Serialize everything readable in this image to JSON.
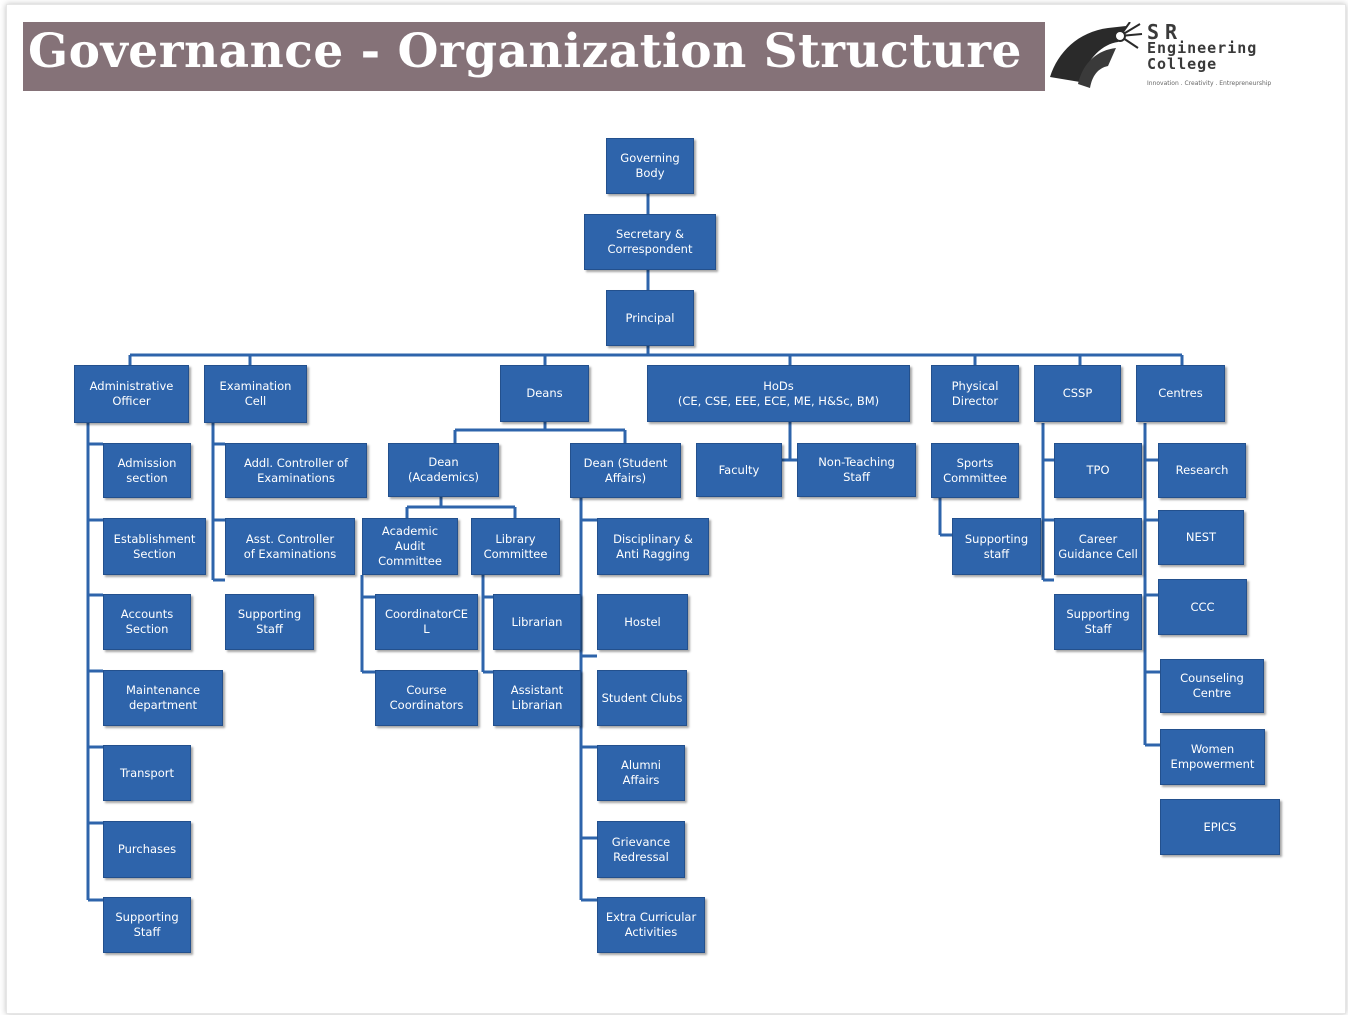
{
  "title": "Governance - Organization Structure",
  "logo": {
    "line1": "SR",
    "line2": "Engineering",
    "line3": "College",
    "tagline": "Innovation . Creativity . Entrepreneurship"
  },
  "colors": {
    "banner": "#857278",
    "box": "#2e64ab",
    "connector": "#2e64ab"
  },
  "nodes": {
    "governing_body": "Governing\nBody",
    "secretary": "Secretary &\nCorrespondent",
    "principal": "Principal",
    "admin_officer": "Administrative\nOfficer",
    "exam_cell": "Examination\nCell",
    "deans": "Deans",
    "hods": "HoDs\n(CE, CSE, EEE, ECE, ME, H&Sc, BM)",
    "physical_director": "Physical\nDirector",
    "cssp": "CSSP",
    "centres": "Centres",
    "admission": "Admission\nsection",
    "establishment": "Establishment\nSection",
    "accounts": "Accounts\nSection",
    "maintenance": "Maintenance\ndepartment",
    "transport": "Transport",
    "purchases": "Purchases",
    "admin_support": "Supporting\nStaff",
    "addl_controller": "Addl. Controller of\nExaminations",
    "asst_controller": "Asst. Controller\nof Examinations",
    "exam_support": "Supporting\nStaff",
    "dean_academics": "Dean\n(Academics)",
    "dean_student": "Dean (Student\nAffairs)",
    "academic_audit": "Academic\nAudit\nCommittee",
    "library_committee": "Library\nCommittee",
    "coordinator_cel": "CoordinatorCE\nL",
    "course_coordinators": "Course\nCoordinators",
    "librarian": "Librarian",
    "asst_librarian": "Assistant\nLibrarian",
    "disciplinary": "Disciplinary &\nAnti Ragging",
    "hostel": "Hostel",
    "student_clubs": "Student Clubs",
    "alumni": "Alumni\nAffairs",
    "grievance": "Grievance\nRedressal",
    "extra_curricular": "Extra Curricular\nActivities",
    "faculty": "Faculty",
    "non_teaching": "Non-Teaching\nStaff",
    "sports_committee": "Sports\nCommittee",
    "pd_support": "Supporting\nstaff",
    "tpo": "TPO",
    "career_guidance": "Career\nGuidance Cell",
    "cssp_support": "Supporting\nStaff",
    "research": "Research",
    "nest": "NEST",
    "ccc": "CCC",
    "counseling": "Counseling\nCentre",
    "women_empowerment": "Women\nEmpowerment",
    "epics": "EPICS"
  }
}
